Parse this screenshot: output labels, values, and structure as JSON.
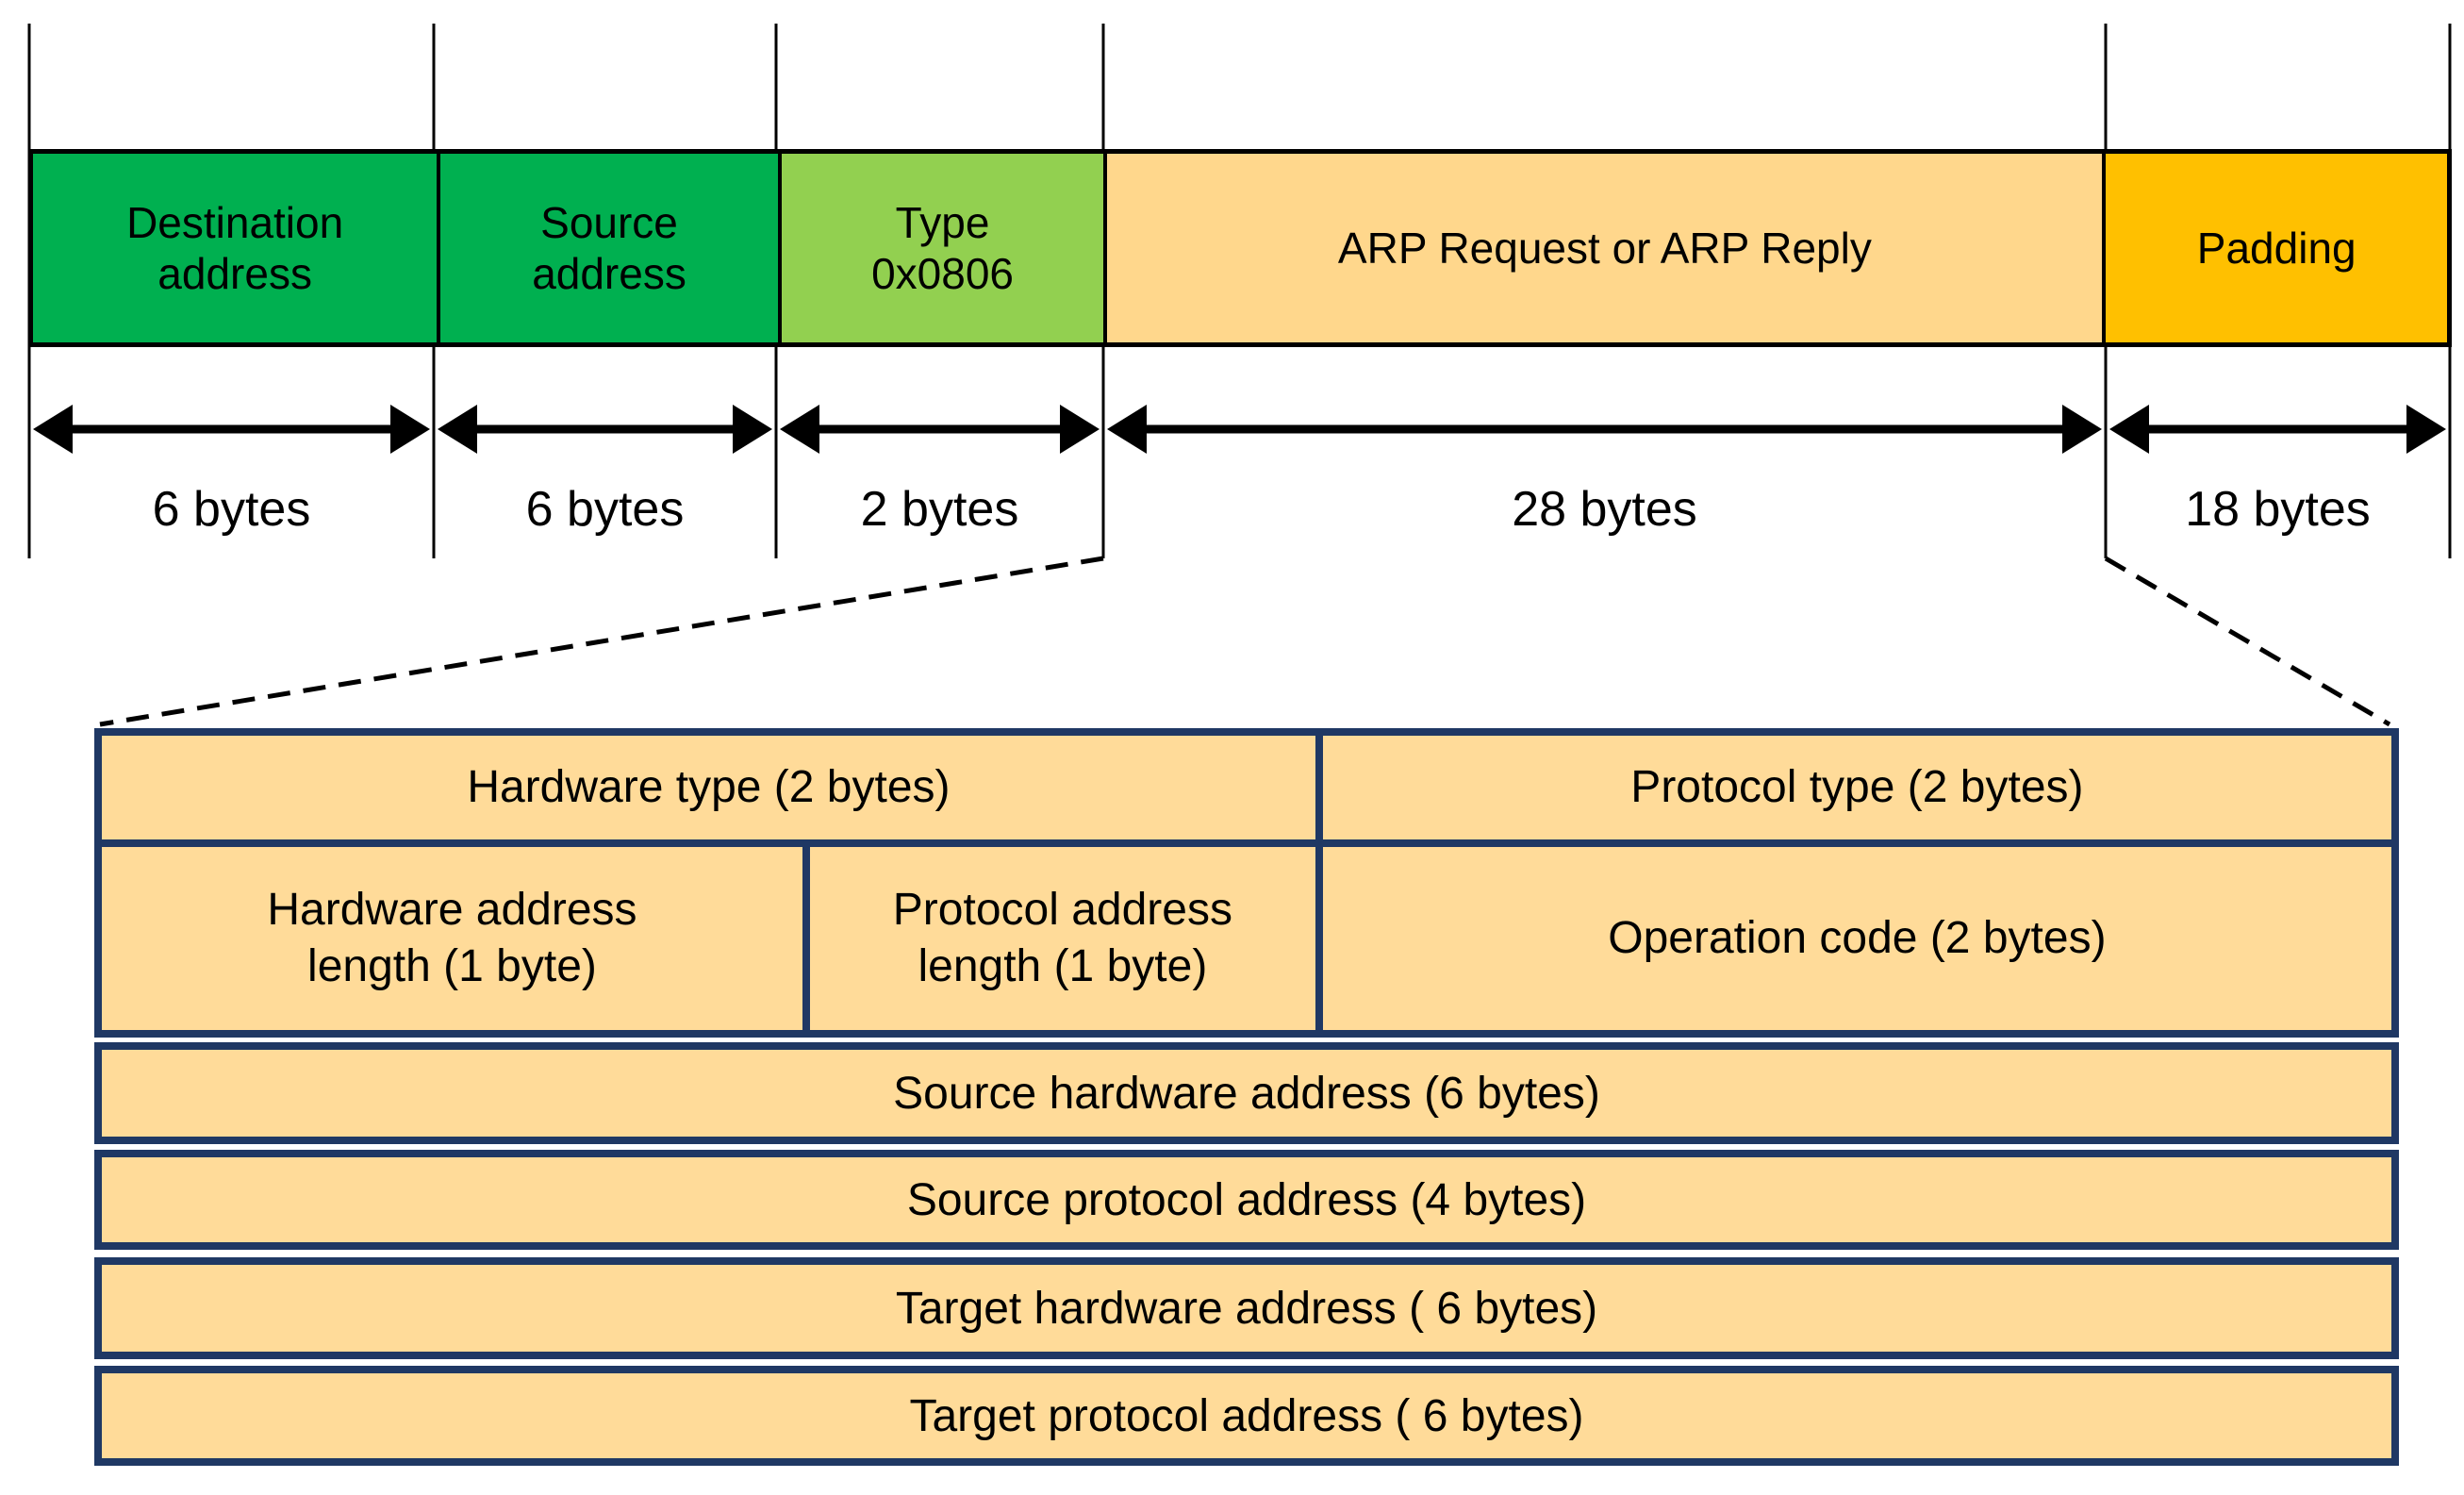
{
  "diagram": {
    "type": "ethernet-arp-frame-structure"
  },
  "frame": {
    "fields": [
      {
        "id": "destination-address",
        "label": "Destination\naddress",
        "size_label": "6 bytes",
        "color": "#00B050"
      },
      {
        "id": "source-address",
        "label": "Source\naddress",
        "size_label": "6 bytes",
        "color": "#00B050"
      },
      {
        "id": "type",
        "label": "Type\n0x0806",
        "size_label": "2 bytes",
        "color": "#92D050"
      },
      {
        "id": "arp-payload",
        "label": "ARP Request or ARP Reply",
        "size_label": "28 bytes",
        "color": "#FFD78C"
      },
      {
        "id": "padding",
        "label": "Padding",
        "size_label": "18 bytes",
        "color": "#FFC000"
      }
    ]
  },
  "arp_packet": {
    "fill": "#FFDB99",
    "border_color": "#1F3864",
    "rows": [
      {
        "cells": [
          "Hardware type (2 bytes)",
          "Protocol type (2 bytes)"
        ]
      },
      {
        "cells": [
          "Hardware address\nlength (1 byte)",
          "Protocol address\nlength (1 byte)",
          "Operation code (2 bytes)"
        ]
      },
      {
        "cells": [
          "Source hardware address (6 bytes)"
        ]
      },
      {
        "cells": [
          "Source protocol address (4 bytes)"
        ]
      },
      {
        "cells": [
          "Target hardware address ( 6 bytes)"
        ]
      },
      {
        "cells": [
          "Target protocol address ( 6 bytes)"
        ]
      }
    ]
  },
  "colors": {
    "green": "#00B050",
    "light_green": "#92D050",
    "light_orange": "#FFD78C",
    "table_orange": "#FFDB99",
    "gold": "#FFC000",
    "navy_border": "#1F3864",
    "line_black": "#000000"
  }
}
